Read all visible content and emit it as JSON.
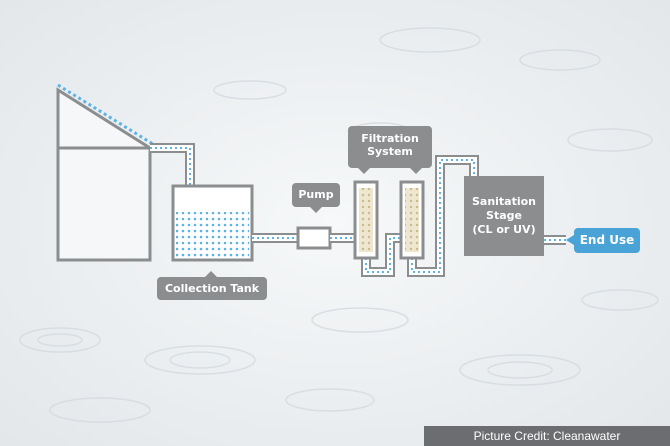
{
  "labels": {
    "collection_tank": "Collection Tank",
    "pump": "Pump",
    "filtration_line1": "Filtration",
    "filtration_line2": "System",
    "sanitation_line1": "Sanitation",
    "sanitation_line2": "Stage",
    "sanitation_line3": "(CL or UV)",
    "end_use": "End Use"
  },
  "credit": "Picture Credit: Cleanawater",
  "colors": {
    "background": "#f4f6f7",
    "outline": "#8b8d8f",
    "water": "#5cb3e4",
    "callout": "#8b8d8f",
    "end_use": "#4aa3d6",
    "filter_media": "#efe6cf"
  }
}
